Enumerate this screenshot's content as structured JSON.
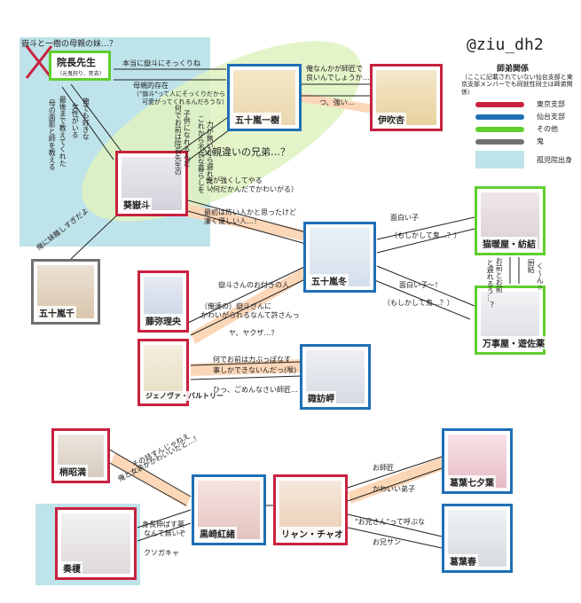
{
  "handle": "@ziu_dh2",
  "legend": {
    "title": "師弟関係",
    "note": "（ここに記載されていない仙台支部と東京支部メンバーでも同就性同士は師弟関係）",
    "items": [
      {
        "label": "東京支部",
        "color": "#c8213f"
      },
      {
        "label": "仙台支部",
        "color": "#1f6fb5"
      },
      {
        "label": "その他",
        "color": "#5fcf2e"
      },
      {
        "label": "鬼",
        "color": "#707070"
      },
      {
        "label": "孤児院出身",
        "color": "#bfe3ea"
      }
    ]
  },
  "characters": {
    "incho": {
      "name": "院長先生",
      "sub": "（元鬼狩り、死去）",
      "color": "#5fcf2e"
    },
    "ichiki": {
      "name": "五十嵐一樹",
      "color": "#1f6fb5"
    },
    "ibuki": {
      "name": "伊吹杏",
      "color": "#c8213f"
    },
    "gakuto": {
      "name": "葵嶽斗",
      "color": "#c8213f"
    },
    "hase": {
      "name": "五十嵐冬",
      "color": "#1f6fb5"
    },
    "sadame": {
      "name": "五十嵐千",
      "color": "#707070"
    },
    "kasumi": {
      "name": "猫暖屋・紡結",
      "color": "#5fcf2e"
    },
    "yusa": {
      "name": "万事屋・遊佐薬",
      "color": "#5fcf2e"
    },
    "rio": {
      "name": "藤弥理央",
      "color": "#c8213f"
    },
    "jeno": {
      "name": "ジェノヴァ・バルトリー",
      "color": "#c8213f"
    },
    "misaki": {
      "name": "諏訪岬",
      "color": "#1f6fb5"
    },
    "mitsuru": {
      "name": "梢昭満",
      "color": "#c8213f"
    },
    "kurosaki": {
      "name": "黒崎紅緒",
      "color": "#1f6fb5"
    },
    "chao": {
      "name": "リャン・チャオ",
      "color": "#c8213f"
    },
    "nanaha": {
      "name": "葛葉七夕葉",
      "color": "#1f6fb5"
    },
    "haru": {
      "name": "葛葉春",
      "color": "#1f6fb5"
    },
    "kanade": {
      "name": "奏榎",
      "color": "#c8213f"
    }
  },
  "labels": {
    "title_top": "嶽斗と一樹の母親の妹…？",
    "l1": "本当に嶽斗にそっくりね",
    "l2": "母親的存在",
    "l3": "（\"嶽斗\"って人にそっくりだから",
    "l3b": "可愛がってくれるんだろうな）",
    "l4": "俺なんかが師匠で",
    "l4b": "良いんでしょうか…",
    "l5": "つ、強い…",
    "l6": "父親違いの兄弟…？",
    "l7": "俺が強くしてやる",
    "l7b": "（何だかんだでかわいがる）",
    "l8": "最初は怖い人かと思ったけど",
    "l8b": "凄く優しい人…！",
    "l9": "俺に妹離しすぎだよ",
    "l10": "面白い子",
    "l10b": "（もしかして鬼…？）",
    "l11": "面白い子〜！",
    "l11b": "（もしかして鬼…？）",
    "l12": "嶽斗さんのお付きの人",
    "l13": "（俺達の）嶽斗さんに",
    "l13b": "かわいがられるなんて許さんっ",
    "l14": "ヤ、ヤクザ…？",
    "l15": "何でお前は力ぶっぽなす",
    "l15b": "事しかできないんだっ(喉)",
    "l16": "ひっ、ごめんなさい師匠…",
    "l17": "その話すんじゃねえ",
    "l18": "身長伸ばす薬",
    "l18b": "なんて無いぞ",
    "l19": "クソガキャ",
    "l20": "お師匠",
    "l21": "かわいい弟子",
    "l22": "\"お兄さん\"って呼ぶな",
    "l23": "お兄サン",
    "v1": "俺でも好きな",
    "v1b": "女性がいる",
    "v2": "最後まで教えてくれた",
    "v2b": "母の面影と師を教える",
    "v3": "何でお前は院長先生の",
    "v3b": "子供になれるんだ",
    "v4": "これから不良な暮らしを",
    "v4b": "力が無いから遅れたい",
    "v5": "お前とお前",
    "v5b": "と遅れるう…？",
    "v6": "厨結",
    "v6b": "く〜ん☆",
    "v7": "俺と女装がかわいいだと…！"
  }
}
